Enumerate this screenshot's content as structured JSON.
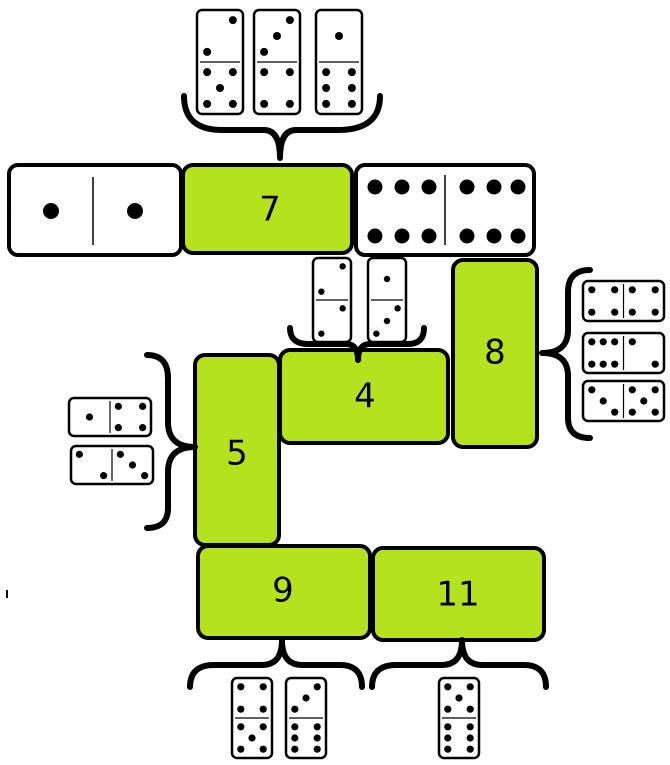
{
  "colors": {
    "region_fill": "#b5e21f",
    "stroke": "#000000",
    "background": "#ffffff"
  },
  "fixed_dominoes": [
    {
      "name": "domino-1-1",
      "pips": [
        1,
        1
      ]
    },
    {
      "name": "domino-6-6",
      "pips": [
        6,
        6
      ]
    }
  ],
  "regions": [
    {
      "name": "region-7",
      "sum": "7"
    },
    {
      "name": "region-4",
      "sum": "4"
    },
    {
      "name": "region-8",
      "sum": "8"
    },
    {
      "name": "region-5",
      "sum": "5"
    },
    {
      "name": "region-9",
      "sum": "9"
    },
    {
      "name": "region-11",
      "sum": "11"
    }
  ],
  "candidates": {
    "region-7": [
      [
        2,
        5
      ],
      [
        3,
        4
      ],
      [
        1,
        6
      ]
    ],
    "region-4": [
      [
        2,
        2
      ],
      [
        1,
        3
      ]
    ],
    "region-8": [
      [
        4,
        4
      ],
      [
        6,
        2
      ],
      [
        3,
        5
      ]
    ],
    "region-5": [
      [
        1,
        4
      ],
      [
        2,
        3
      ]
    ],
    "region-9": [
      [
        4,
        5
      ],
      [
        3,
        6
      ]
    ],
    "region-11": [
      [
        5,
        6
      ]
    ]
  }
}
